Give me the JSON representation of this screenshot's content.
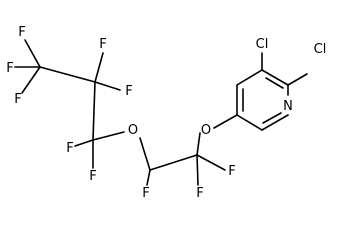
{
  "molecule": {
    "atoms": [
      {
        "id": "Cl1",
        "symbol": "Cl"
      },
      {
        "id": "Cl2",
        "symbol": "Cl"
      },
      {
        "id": "N1",
        "symbol": "N"
      },
      {
        "id": "O1",
        "symbol": "O"
      },
      {
        "id": "O2",
        "symbol": "O"
      },
      {
        "id": "F1",
        "symbol": "F"
      },
      {
        "id": "F2",
        "symbol": "F"
      },
      {
        "id": "F3",
        "symbol": "F"
      },
      {
        "id": "F4",
        "symbol": "F"
      },
      {
        "id": "F5",
        "symbol": "F"
      },
      {
        "id": "F6",
        "symbol": "F"
      },
      {
        "id": "F7",
        "symbol": "F"
      },
      {
        "id": "F8",
        "symbol": "F"
      },
      {
        "id": "F9",
        "symbol": "F"
      },
      {
        "id": "F10",
        "symbol": "F"
      }
    ]
  }
}
